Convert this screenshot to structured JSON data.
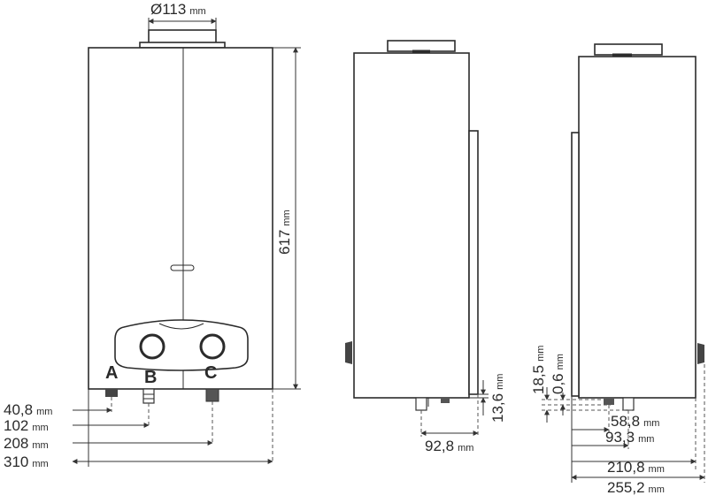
{
  "unit": "mm",
  "front_view": {
    "connection_labels": [
      "A",
      "B",
      "C"
    ],
    "dimensions": {
      "flue_diameter": "Ø113",
      "height": "617",
      "a_offset": "40,8",
      "b_offset": "102",
      "c_offset": "208",
      "width": "310"
    }
  },
  "side_view": {
    "dimensions": {
      "bottom_offset": "13,6",
      "connection_depth": "92,8"
    }
  },
  "rear_view": {
    "dimensions": {
      "vertical_a": "18,5",
      "vertical_b": "0,6",
      "depth_1": "58,8",
      "depth_2": "93,3",
      "depth_3": "210,8",
      "depth_total": "255,2"
    }
  }
}
